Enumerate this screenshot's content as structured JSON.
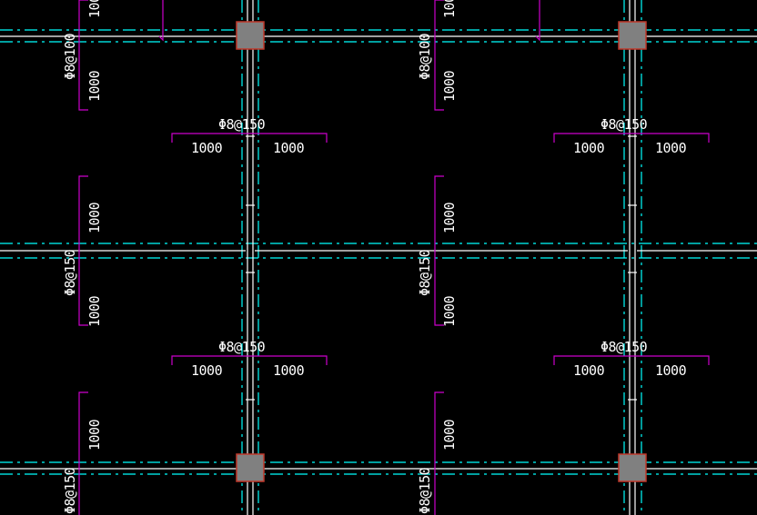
{
  "drawing": {
    "labels": {
      "dim_1000": "1000",
      "rebar_top": "Φ8@100",
      "rebar_150": "Φ8@150",
      "rebar_150_b": "Φ8@150"
    },
    "colors": {
      "background": "#000000",
      "axis_line": "#00ffff",
      "rebar_line": "#cc00cc",
      "wall_line": "#ffffff",
      "column_fill": "#808080",
      "column_border": "#c0392b",
      "text": "#ffffff"
    }
  }
}
